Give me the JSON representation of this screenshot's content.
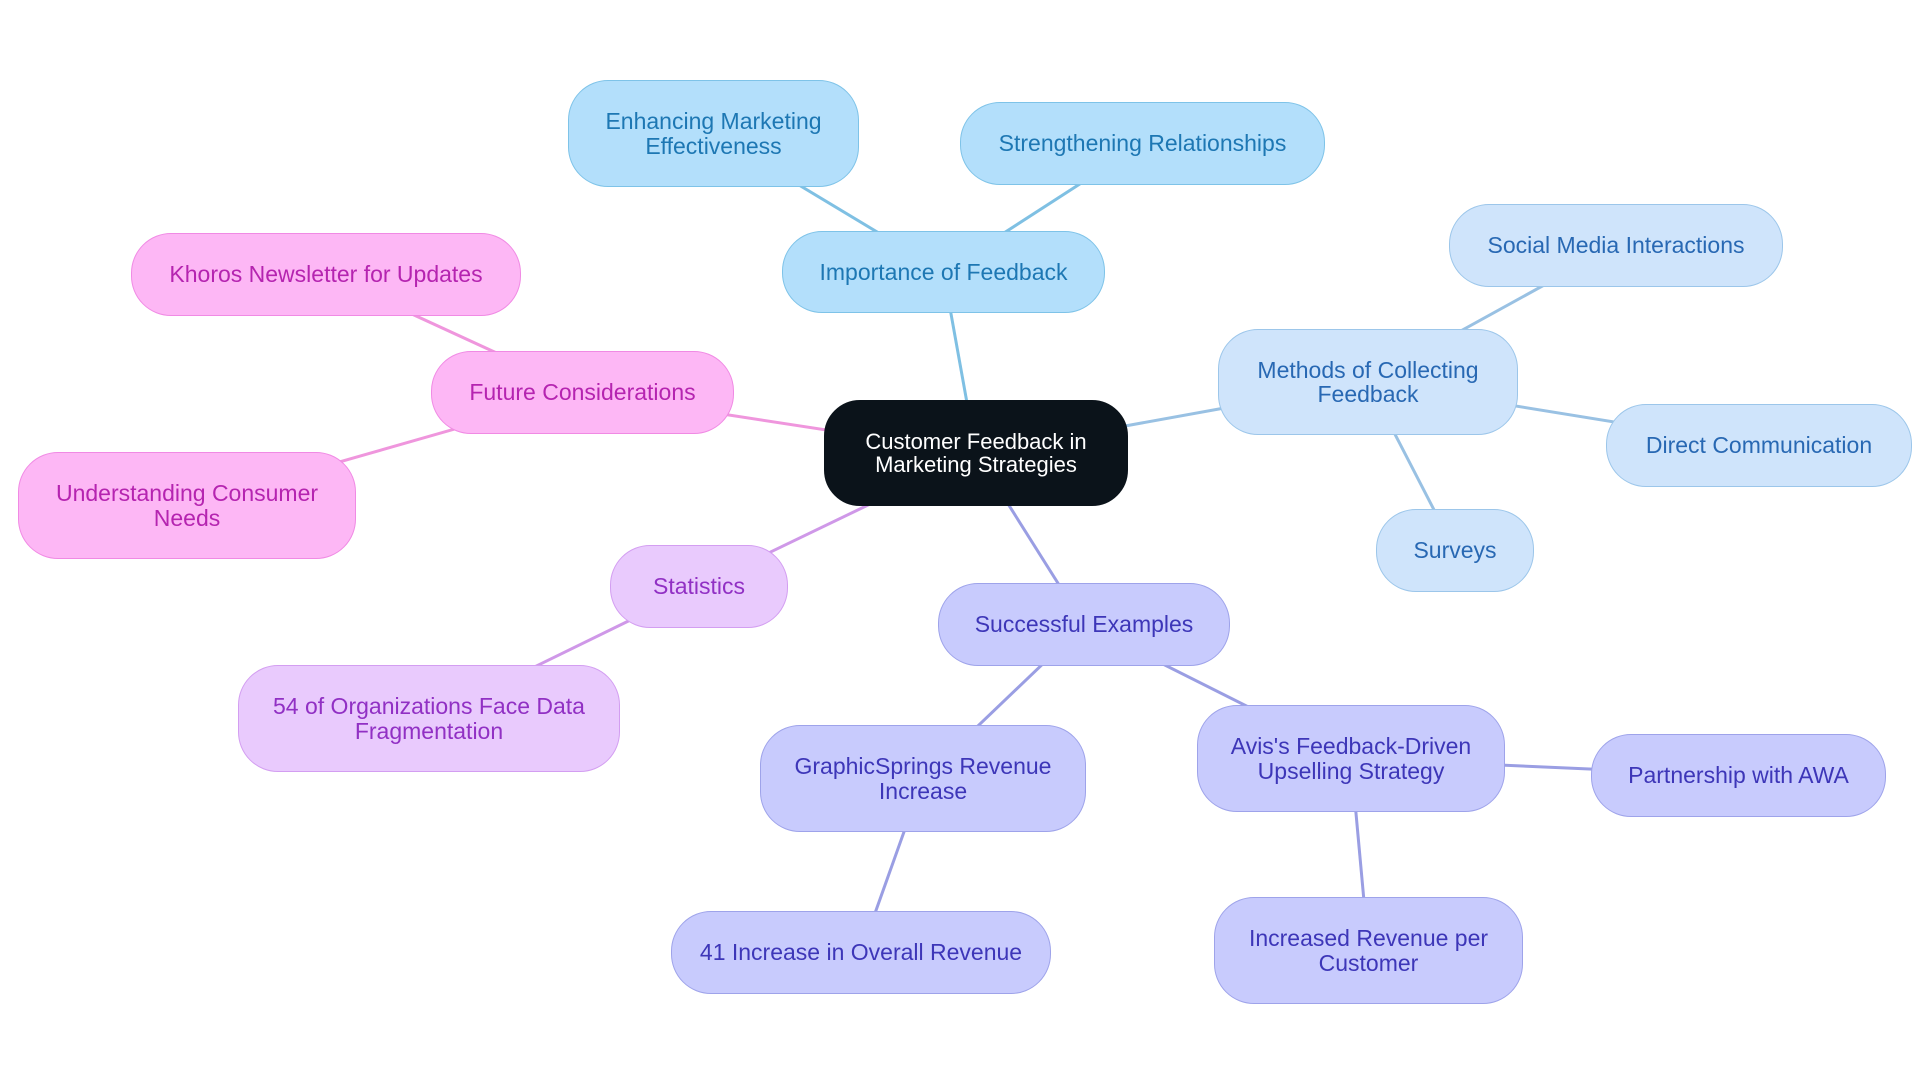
{
  "palette": {
    "root": {
      "fill": "#0b131a",
      "border": "#0b131a",
      "text": "#ffffff"
    },
    "importance": {
      "fill": "#b3dffb",
      "border": "#7ec3e8",
      "text": "#1d77b3",
      "edge": "#7fc0e3"
    },
    "methods": {
      "fill": "#cfe4fb",
      "border": "#9cc6ea",
      "text": "#2868b3",
      "edge": "#99c1e3"
    },
    "examples": {
      "fill": "#c8cbfd",
      "border": "#9ea3ea",
      "text": "#3d36b8",
      "edge": "#9a9ee3"
    },
    "statistics": {
      "fill": "#e9cafd",
      "border": "#d39ef1",
      "text": "#9130c4",
      "edge": "#cf98e8"
    },
    "future": {
      "fill": "#fdb7f5",
      "border": "#f08ae4",
      "text": "#b524b0",
      "edge": "#ef96dd"
    }
  },
  "nodes": [
    {
      "id": "root",
      "label": "Customer Feedback in Marketing Strategies",
      "group": "root"
    },
    {
      "id": "importance",
      "label": "Importance of Feedback",
      "group": "importance"
    },
    {
      "id": "enhancing",
      "label": "Enhancing Marketing Effectiveness",
      "group": "importance"
    },
    {
      "id": "relationships",
      "label": "Strengthening Relationships",
      "group": "importance"
    },
    {
      "id": "methods",
      "label": "Methods of Collecting Feedback",
      "group": "methods"
    },
    {
      "id": "social",
      "label": "Social Media Interactions",
      "group": "methods"
    },
    {
      "id": "direct",
      "label": "Direct Communication",
      "group": "methods"
    },
    {
      "id": "surveys",
      "label": "Surveys",
      "group": "methods"
    },
    {
      "id": "examples",
      "label": "Successful Examples",
      "group": "examples"
    },
    {
      "id": "graphicsprings",
      "label": "GraphicSprings Revenue Increase",
      "group": "examples"
    },
    {
      "id": "revenue41",
      "label": "41 Increase in Overall Revenue",
      "group": "examples"
    },
    {
      "id": "avis",
      "label": "Avis's Feedback-Driven Upselling Strategy",
      "group": "examples"
    },
    {
      "id": "awa",
      "label": "Partnership with AWA",
      "group": "examples"
    },
    {
      "id": "percustomer",
      "label": "Increased Revenue per Customer",
      "group": "examples"
    },
    {
      "id": "statistics",
      "label": "Statistics",
      "group": "statistics"
    },
    {
      "id": "fragmentation",
      "label": "54 of Organizations Face Data Fragmentation",
      "group": "statistics"
    },
    {
      "id": "future",
      "label": "Future Considerations",
      "group": "future"
    },
    {
      "id": "khoros",
      "label": "Khoros Newsletter for Updates",
      "group": "future"
    },
    {
      "id": "consumer",
      "label": "Understanding Consumer Needs",
      "group": "future"
    }
  ],
  "edges": [
    {
      "from": "root",
      "to": "importance",
      "group": "importance"
    },
    {
      "from": "importance",
      "to": "enhancing",
      "group": "importance"
    },
    {
      "from": "importance",
      "to": "relationships",
      "group": "importance"
    },
    {
      "from": "root",
      "to": "methods",
      "group": "methods"
    },
    {
      "from": "methods",
      "to": "social",
      "group": "methods"
    },
    {
      "from": "methods",
      "to": "direct",
      "group": "methods"
    },
    {
      "from": "methods",
      "to": "surveys",
      "group": "methods"
    },
    {
      "from": "root",
      "to": "examples",
      "group": "examples"
    },
    {
      "from": "examples",
      "to": "graphicsprings",
      "group": "examples"
    },
    {
      "from": "graphicsprings",
      "to": "revenue41",
      "group": "examples"
    },
    {
      "from": "examples",
      "to": "avis",
      "group": "examples"
    },
    {
      "from": "avis",
      "to": "awa",
      "group": "examples"
    },
    {
      "from": "avis",
      "to": "percustomer",
      "group": "examples"
    },
    {
      "from": "root",
      "to": "statistics",
      "group": "statistics"
    },
    {
      "from": "statistics",
      "to": "fragmentation",
      "group": "statistics"
    },
    {
      "from": "root",
      "to": "future",
      "group": "future"
    },
    {
      "from": "future",
      "to": "khoros",
      "group": "future"
    },
    {
      "from": "future",
      "to": "consumer",
      "group": "future"
    }
  ]
}
